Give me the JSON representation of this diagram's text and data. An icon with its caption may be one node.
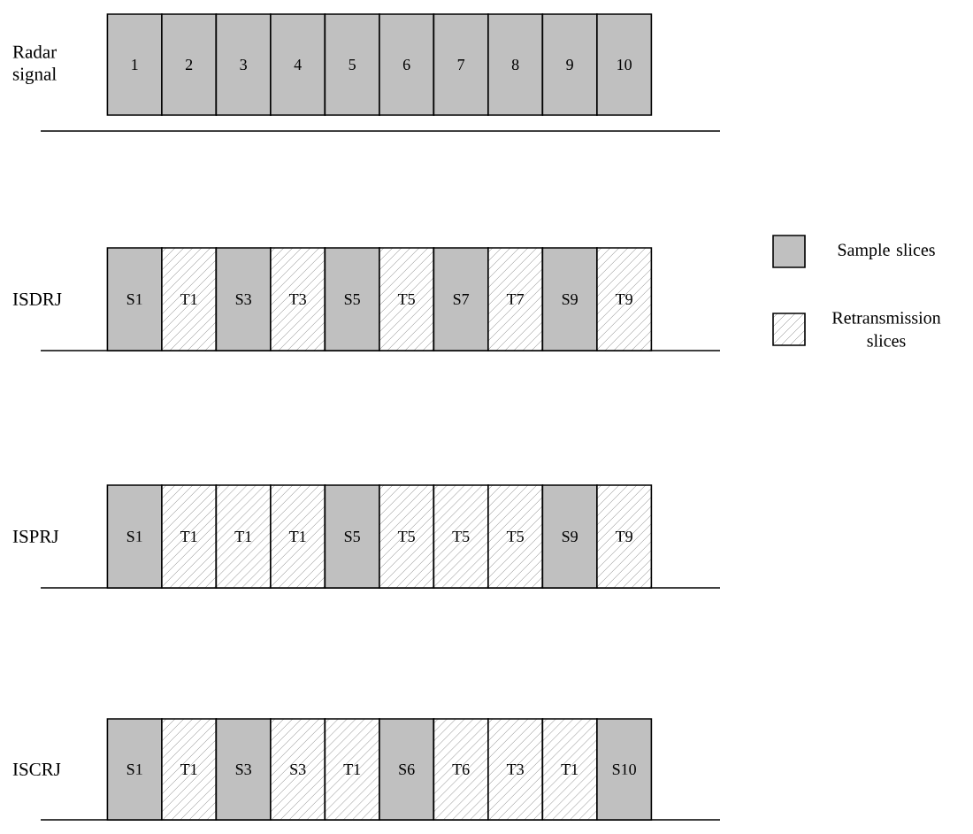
{
  "diagram": {
    "nodes": [
      {
        "text": [
          "1"
        ]
      },
      {
        "text": [
          "2"
        ]
      },
      {
        "text": [
          "3"
        ]
      },
      {
        "text": [
          "4"
        ]
      },
      {
        "text": [
          "5"
        ]
      },
      {
        "text": [
          "6"
        ]
      },
      {
        "text": [
          "7"
        ]
      },
      {
        "text": [
          "8"
        ]
      },
      {
        "text": [
          "9"
        ]
      },
      {
        "text": [
          "10"
        ]
      },
      {
        "text": [
          "S1"
        ]
      },
      {
        "text": [
          "T1"
        ]
      },
      {
        "text": [
          "S3"
        ]
      },
      {
        "text": [
          "T3"
        ]
      },
      {
        "text": [
          "S5"
        ]
      },
      {
        "text": [
          "T5"
        ]
      },
      {
        "text": [
          "S7"
        ]
      },
      {
        "text": [
          "T7"
        ]
      },
      {
        "text": [
          "S9"
        ]
      },
      {
        "text": [
          "T9"
        ]
      },
      {
        "text": [
          "S1"
        ]
      },
      {
        "text": [
          "T1"
        ]
      },
      {
        "text": [
          "T1"
        ]
      },
      {
        "text": [
          "T1"
        ]
      },
      {
        "text": [
          "S5"
        ]
      },
      {
        "text": [
          "T5"
        ]
      },
      {
        "text": [
          "T5"
        ]
      },
      {
        "text": [
          "T5"
        ]
      },
      {
        "text": [
          "S9"
        ]
      },
      {
        "text": [
          "T9"
        ]
      },
      {
        "text": [
          "S1"
        ]
      },
      {
        "text": [
          "T1"
        ]
      },
      {
        "text": [
          "S3"
        ]
      },
      {
        "text": [
          "S3"
        ]
      },
      {
        "text": [
          "T1"
        ]
      },
      {
        "text": [
          "S6"
        ]
      },
      {
        "text": [
          "T6"
        ]
      },
      {
        "text": [
          "T3"
        ]
      },
      {
        "text": [
          "T1"
        ]
      },
      {
        "text": [
          "S10"
        ]
      }
    ],
    "labels": [
      "Radar signal",
      "ISDRJ",
      "ISPRJ",
      "ISCRJ"
    ],
    "legend": [
      {
        "text": "Sample slices",
        "color": "#c0c0c0"
      },
      {
        "text": "Retransmission slices"
      }
    ]
  }
}
